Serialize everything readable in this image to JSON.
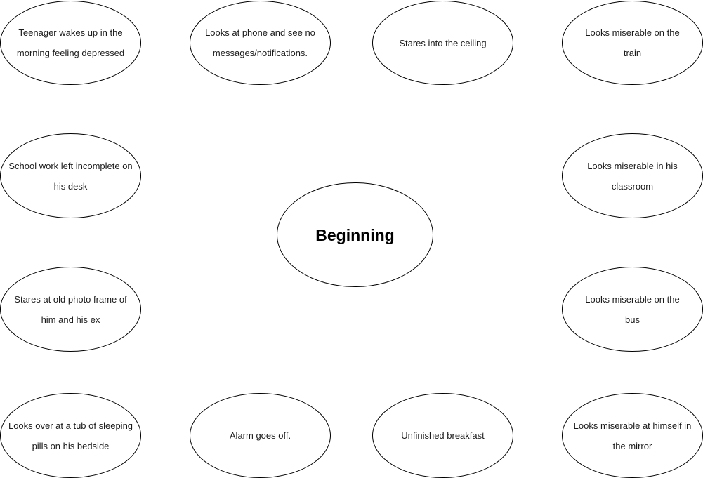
{
  "center": {
    "label": "Beginning"
  },
  "nodes": {
    "wakes_up": {
      "line1": "Teenager wakes up in the",
      "line2": "morning feeling depressed"
    },
    "looks_at_phone": {
      "line1": "Looks at phone and see no",
      "line2": "messages/notifications."
    },
    "stares_ceiling": {
      "line1": "Stares into the ceiling"
    },
    "train": {
      "line1": "Looks miserable on the",
      "line2": "train"
    },
    "school_work": {
      "line1": "School work left incomplete on",
      "line2": "his desk"
    },
    "classroom": {
      "line1": "Looks miserable in his",
      "line2": "classroom"
    },
    "photo_frame": {
      "line1": "Stares at old photo frame of",
      "line2": "him and his ex"
    },
    "bus": {
      "line1": "Looks miserable on the",
      "line2": "bus"
    },
    "sleeping_pills": {
      "line1": "Looks over at a tub of sleeping",
      "line2": "pills on his bedside"
    },
    "alarm": {
      "line1": "Alarm  goes off."
    },
    "breakfast": {
      "line1": "Unfinished breakfast"
    },
    "mirror": {
      "line1": "Looks miserable at himself in",
      "line2": "the mirror"
    }
  }
}
